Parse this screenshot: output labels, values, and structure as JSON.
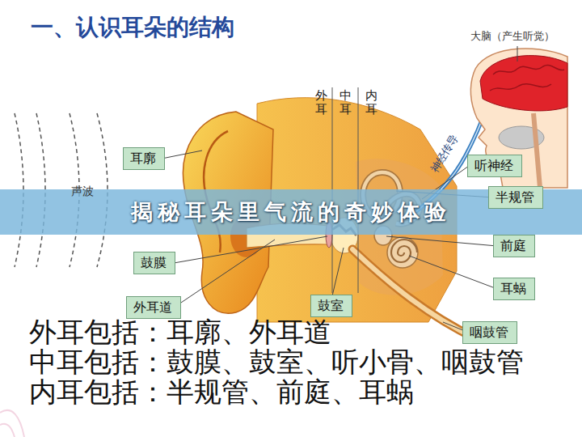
{
  "diagram": {
    "title": "一、认识耳朵的结构",
    "nodes": [
      {
        "text": [
          "耳廓"
        ]
      },
      {
        "text": [
          "听神经"
        ]
      },
      {
        "text": [
          "半规管"
        ]
      },
      {
        "text": [
          "揭秘耳朵里气流的奇妙体验"
        ]
      },
      {
        "text": [
          "前庭"
        ]
      },
      {
        "text": [
          "鼓膜"
        ]
      },
      {
        "text": [
          "耳蜗"
        ]
      },
      {
        "text": [
          "外耳道"
        ]
      },
      {
        "text": [
          "鼓室"
        ]
      },
      {
        "text": [
          "咽鼓管"
        ]
      }
    ],
    "labels": [
      "大脑（产生听觉）",
      "外耳",
      "中耳",
      "内耳",
      "神经传导",
      "声波",
      "外耳包括：耳廓、外耳道",
      "中耳包括：鼓膜、鼓室、听小骨、咽鼓管",
      "内耳包括：半规管、前庭、耳蜗"
    ]
  }
}
